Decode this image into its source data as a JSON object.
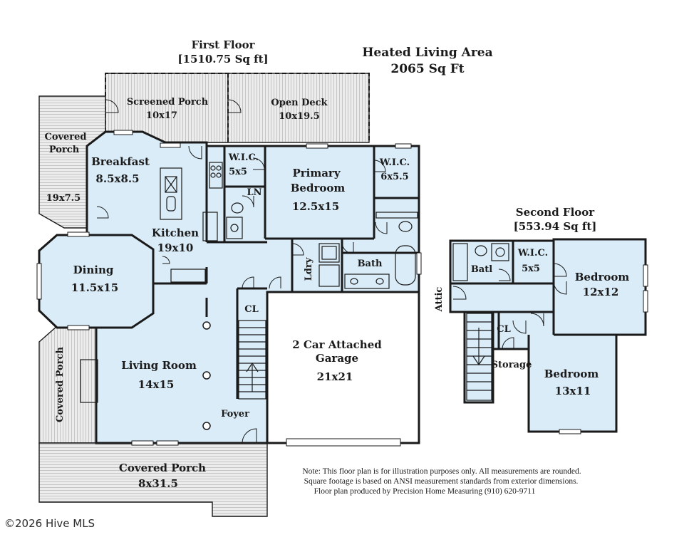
{
  "title": {
    "heated_line1": "Heated Living Area",
    "heated_line2": "2065 Sq Ft"
  },
  "first_floor": {
    "title": "First Floor",
    "area": "[1510.75 Sq ft]",
    "rooms": {
      "screened_porch": {
        "name": "Screened Porch",
        "size": "10x17"
      },
      "open_deck": {
        "name": "Open Deck",
        "size": "10x19.5"
      },
      "covered_porch_left": {
        "name_line1": "Covered",
        "name_line2": "Porch",
        "size": "19x7.5"
      },
      "breakfast": {
        "name": "Breakfast",
        "size": "8.5x8.5"
      },
      "kitchen": {
        "name": "Kitchen",
        "size": "19x10"
      },
      "wic_1": {
        "name": "W.I.C.",
        "size": "5x5"
      },
      "linen": {
        "name": "LN"
      },
      "primary_bedroom": {
        "name_line1": "Primary",
        "name_line2": "Bedroom",
        "size": "12.5x15"
      },
      "wic_2": {
        "name": "W.I.C.",
        "size": "6x5.5"
      },
      "dining": {
        "name": "Dining",
        "size": "11.5x15"
      },
      "laundry": {
        "name": "Ldry"
      },
      "bath": {
        "name": "Bath"
      },
      "closet": {
        "name": "CL"
      },
      "garage": {
        "name_line1": "2 Car Attached",
        "name_line2": "Garage",
        "size": "21x21"
      },
      "living_room": {
        "name": "Living Room",
        "size": "14x15"
      },
      "covered_porch_side": {
        "name": "Covered Porch"
      },
      "foyer": {
        "name": "Foyer"
      },
      "covered_porch_front": {
        "name": "Covered Porch",
        "size": "8x31.5"
      }
    }
  },
  "second_floor": {
    "title": "Second Floor",
    "area": "[553.94 Sq ft]",
    "rooms": {
      "bath": {
        "name": "Batl"
      },
      "wic": {
        "name": "W.I.C.",
        "size": "5x5"
      },
      "bedroom_1": {
        "name": "Bedroom",
        "size": "12x12"
      },
      "attic": {
        "name": "Attic"
      },
      "closet": {
        "name": "CL"
      },
      "storage": {
        "name": "Storage"
      },
      "bedroom_2": {
        "name": "Bedroom",
        "size": "13x11"
      }
    }
  },
  "notes": {
    "line1": "Note: This floor plan is for illustration purposes only. All measurements are rounded.",
    "line2": "Square footage is based on ANSI measurement standards from exterior dimensions.",
    "line3": "Floor plan produced by Precision Home Measuring (910) 620-9711"
  },
  "watermark": "©2026 Hive MLS",
  "colors": {
    "room_fill": "#d9ecf8",
    "wall": "#1a1a1a"
  }
}
